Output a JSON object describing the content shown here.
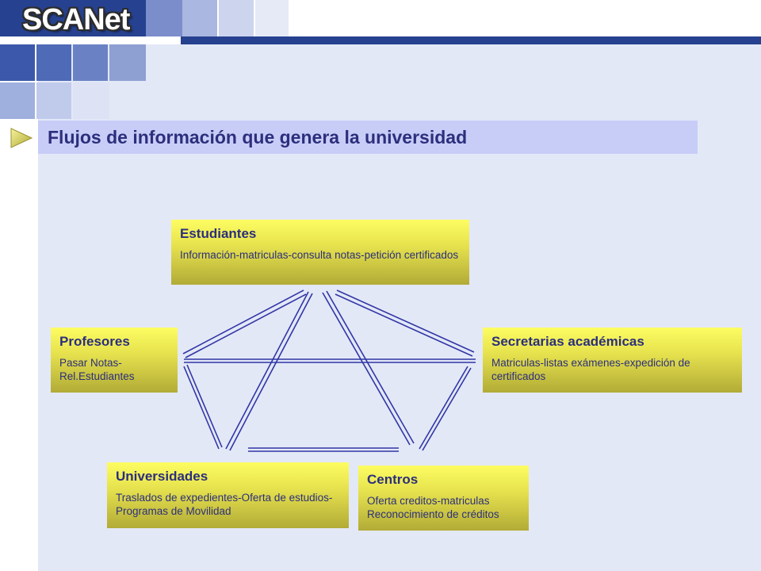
{
  "brand": {
    "logo_text": "SCANet",
    "colors": {
      "header_rule": "#26418f",
      "title_bar": "#c8cdf7",
      "text": "#2c2f7c",
      "line": "#3136a6"
    }
  },
  "slide": {
    "title": "Flujos de información que genera la universidad",
    "bullet_icon": "triangle-arrow-icon"
  },
  "diagram": {
    "nodes": [
      {
        "id": "estudiantes",
        "title": "Estudiantes",
        "desc": "Información-matriculas-consulta notas-petición certificados"
      },
      {
        "id": "profesores",
        "title": "Profesores",
        "desc": "Pasar Notas-Rel.Estudiantes"
      },
      {
        "id": "secretarias",
        "title": "Secretarias académicas",
        "desc": "Matriculas-listas exámenes-expedición de certificados"
      },
      {
        "id": "universidades",
        "title": "Universidades",
        "desc": "Traslados de expedientes-Oferta de estudios-Programas de Movilidad"
      },
      {
        "id": "centros",
        "title": "Centros",
        "desc": "Oferta creditos-matriculas Reconocimiento de créditos"
      }
    ],
    "links": [
      [
        "estudiantes",
        "profesores"
      ],
      [
        "estudiantes",
        "secretarias"
      ],
      [
        "estudiantes",
        "universidades"
      ],
      [
        "estudiantes",
        "centros"
      ],
      [
        "profesores",
        "secretarias"
      ],
      [
        "profesores",
        "universidades"
      ],
      [
        "secretarias",
        "centros"
      ],
      [
        "universidades",
        "centros"
      ]
    ]
  }
}
